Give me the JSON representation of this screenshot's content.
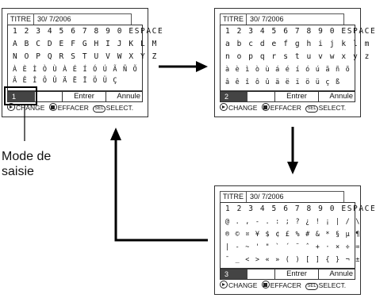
{
  "screens": [
    {
      "title_label": "TITRE",
      "title_value": "30/ 7/2006",
      "rows": [
        "1 2 3 4 5 6 7 8 9 0 ESPACE",
        "A B C D E F G H I J K L M",
        "N O P Q R S T U V W X Y Z",
        "À È Ì Ò Ù À É Í Ó Ú Ã Ñ Õ",
        "Â Ê Î Ô Û Ä Ë Ï Ö Ü Ç"
      ],
      "mode": "1",
      "enter": "Entrer",
      "cancel": "Annule",
      "hint_change": "CHANGE",
      "hint_delete": "EFFACER",
      "hint_sel_badge": "SEL",
      "hint_select": "SELECT."
    },
    {
      "title_label": "TITRE",
      "title_value": "30/ 7/2006",
      "rows": [
        "1 2 3 4 5 6 7 8 9 0 ESPACE",
        "a b c d e f g h i j k l m",
        "n o p q r s t u v w x y z",
        "à è ì ò ù á é í ó ú ã ñ õ",
        "â ê î ô û ä ë ï ö ü ç ß"
      ],
      "mode": "2",
      "enter": "Entrer",
      "cancel": "Annule",
      "hint_change": "CHANGE",
      "hint_delete": "EFFACER",
      "hint_sel_badge": "SEL",
      "hint_select": "SELECT."
    },
    {
      "title_label": "TITRE",
      "title_value": "30/ 7/2006",
      "rows": [
        "1 2 3 4 5 6 7 8 9 0 ESPACE",
        "@ . , - . : ; ? ¿ ! ¡ | / \\",
        "® © ¤ ¥ $ ¢ £ % # & * § µ ¶",
        "| - ~ ' \" ` ´ ¨ ˆ + · × ÷ =",
        "¯ _ < > « » ( ) [ ] { } ¬ ±"
      ],
      "mode": "3",
      "enter": "Entrer",
      "cancel": "Annule",
      "hint_change": "CHANGE",
      "hint_delete": "EFFACER",
      "hint_sel_badge": "SEL",
      "hint_select": "SELECT."
    }
  ],
  "callout": {
    "line1": "Mode de",
    "line2": "saisie"
  }
}
